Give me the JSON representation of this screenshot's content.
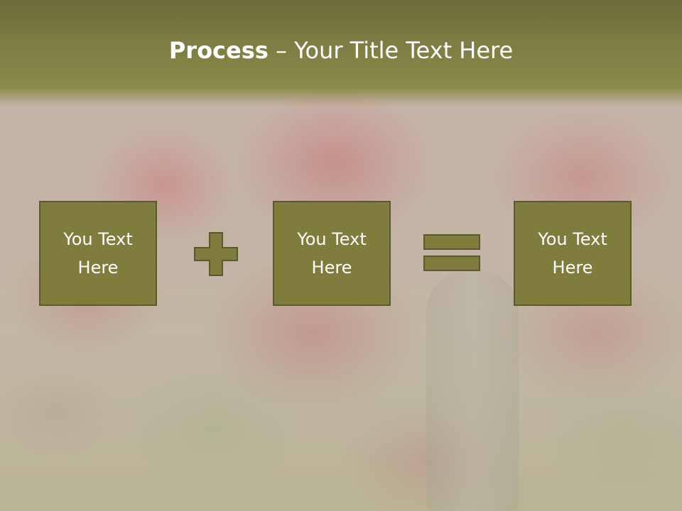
{
  "slide": {
    "title_bold": "Process",
    "title_rest": " – Your Title Text Here",
    "boxes": [
      {
        "line1": "You Text",
        "line2": "Here"
      },
      {
        "line1": "You Text",
        "line2": "Here"
      },
      {
        "line1": "You Text",
        "line2": "Here"
      }
    ],
    "operators": [
      "plus-icon",
      "equals-icon"
    ]
  },
  "colors": {
    "title_bar": "#7d7d44",
    "box_fill": "#7f7d3e",
    "box_border": "#5b5930",
    "text": "#ffffff"
  }
}
